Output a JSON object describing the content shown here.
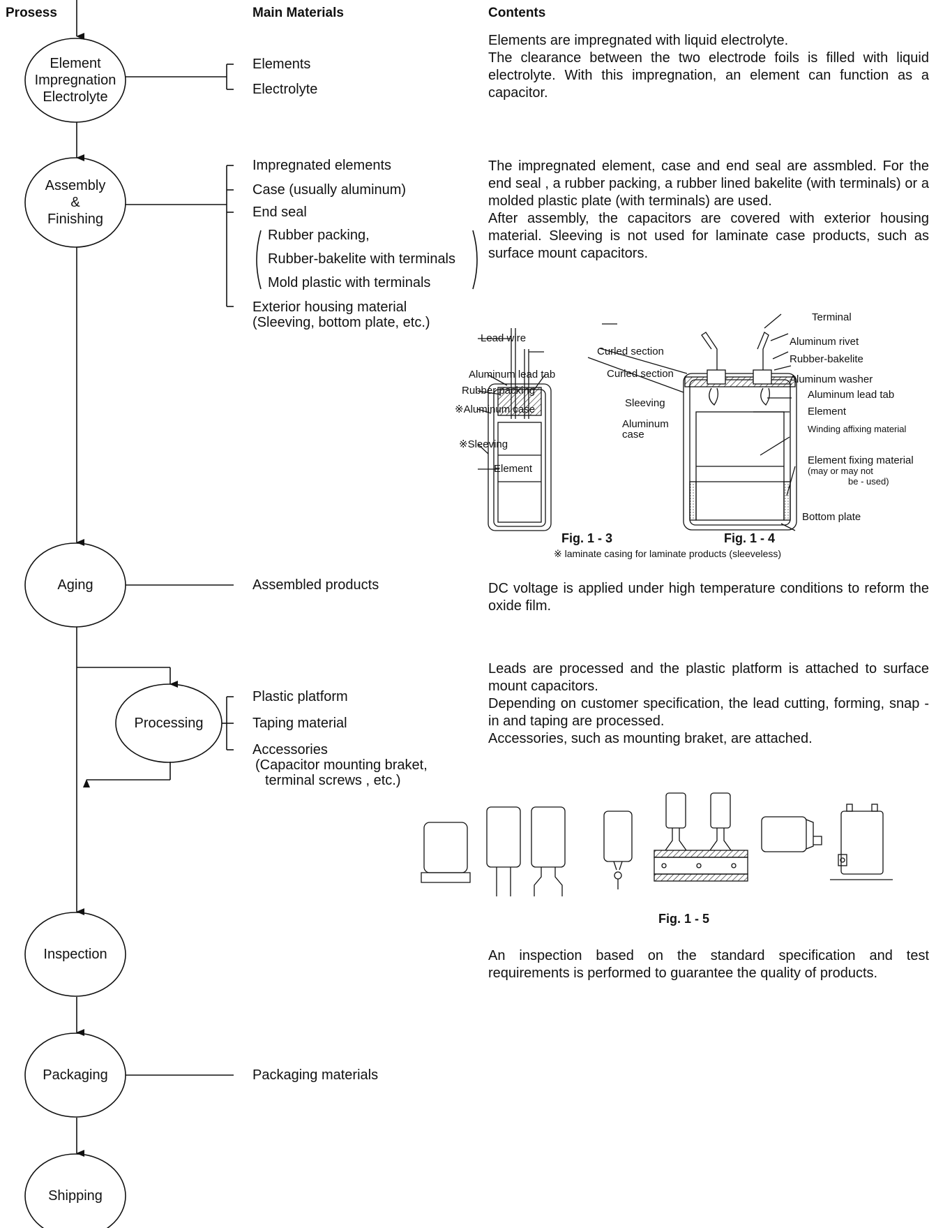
{
  "headers": {
    "process": "Prosess",
    "materials": "Main Materials",
    "contents": "Contents"
  },
  "steps": [
    {
      "label_lines": [
        "Element",
        "Impregnation",
        "Electrolyte"
      ],
      "materials": [
        "Elements",
        "Electrolyte"
      ],
      "contents": [
        "Elements are impregnated with liquid electrolyte.",
        "The clearance between the two electrode foils is filled with liquid electrolyte. With this impregnation, an element can function as a capacitor."
      ]
    },
    {
      "label_lines": [
        "Assembly",
        "&",
        "Finishing"
      ],
      "materials": [
        "Impregnated elements",
        "Case (usually aluminum)",
        "End seal"
      ],
      "end_seal_options": [
        "Rubber packing,",
        "Rubber-bakelite with terminals",
        "Mold plastic with terminals"
      ],
      "materials_extra": [
        "Exterior housing material",
        "(Sleeving, bottom plate, etc.)"
      ],
      "contents": [
        "The impregnated element, case and end seal are assmbled. For the end seal , a rubber packing, a rubber lined bakelite (with terminals) or a molded plastic plate (with terminals) are used.",
        "After assembly, the capacitors are covered with exterior housing material. Sleeving is not used for laminate case products, such as surface mount capacitors."
      ]
    },
    {
      "label_lines": [
        "Aging"
      ],
      "materials": [
        "Assembled products"
      ],
      "contents": [
        "DC voltage is applied under high temperature conditions to reform the oxide film."
      ]
    },
    {
      "label_lines": [
        "Processing"
      ],
      "materials": [
        "Plastic platform",
        "Taping material",
        "Accessories"
      ],
      "materials_extra": [
        "(Capacitor mounting braket,",
        "terminal screws , etc.)"
      ],
      "contents": [
        "Leads are processed and the plastic platform is attached to surface mount capacitors.",
        "Depending on customer specification, the lead cutting, forming, snap - in and taping are processed.",
        "Accessories, such as mounting braket, are attached."
      ]
    },
    {
      "label_lines": [
        "Inspection"
      ],
      "materials": [],
      "contents": [
        "An inspection based on the standard specification and test requirements is performed to guarantee the quality of products."
      ]
    },
    {
      "label_lines": [
        "Packaging"
      ],
      "materials": [
        "Packaging materials"
      ],
      "contents": []
    },
    {
      "label_lines": [
        "Shipping"
      ],
      "materials": [],
      "contents": []
    }
  ],
  "fig13": {
    "caption": "Fig. 1 - 3",
    "labels": [
      "Lead wire",
      "Aluminum lead tab",
      "Rubber packing",
      "※Aluminum case",
      "※Sleeving",
      "Element",
      "Curled section"
    ]
  },
  "fig14": {
    "caption": "Fig. 1 - 4",
    "labels": [
      "Terminal",
      "Aluminum rivet",
      "Rubber-bakelite",
      "Aluminum washer",
      "Aluminum lead tab",
      "Element",
      "Winding affixing material",
      "Element fixing material",
      "(may or may not",
      "be - used)",
      "Bottom plate",
      "Curled section",
      "Sleeving",
      "Aluminum",
      "case"
    ]
  },
  "fig_note": "※  laminate casing for laminate products (sleeveless)",
  "fig15": {
    "caption": "Fig. 1 - 5"
  }
}
